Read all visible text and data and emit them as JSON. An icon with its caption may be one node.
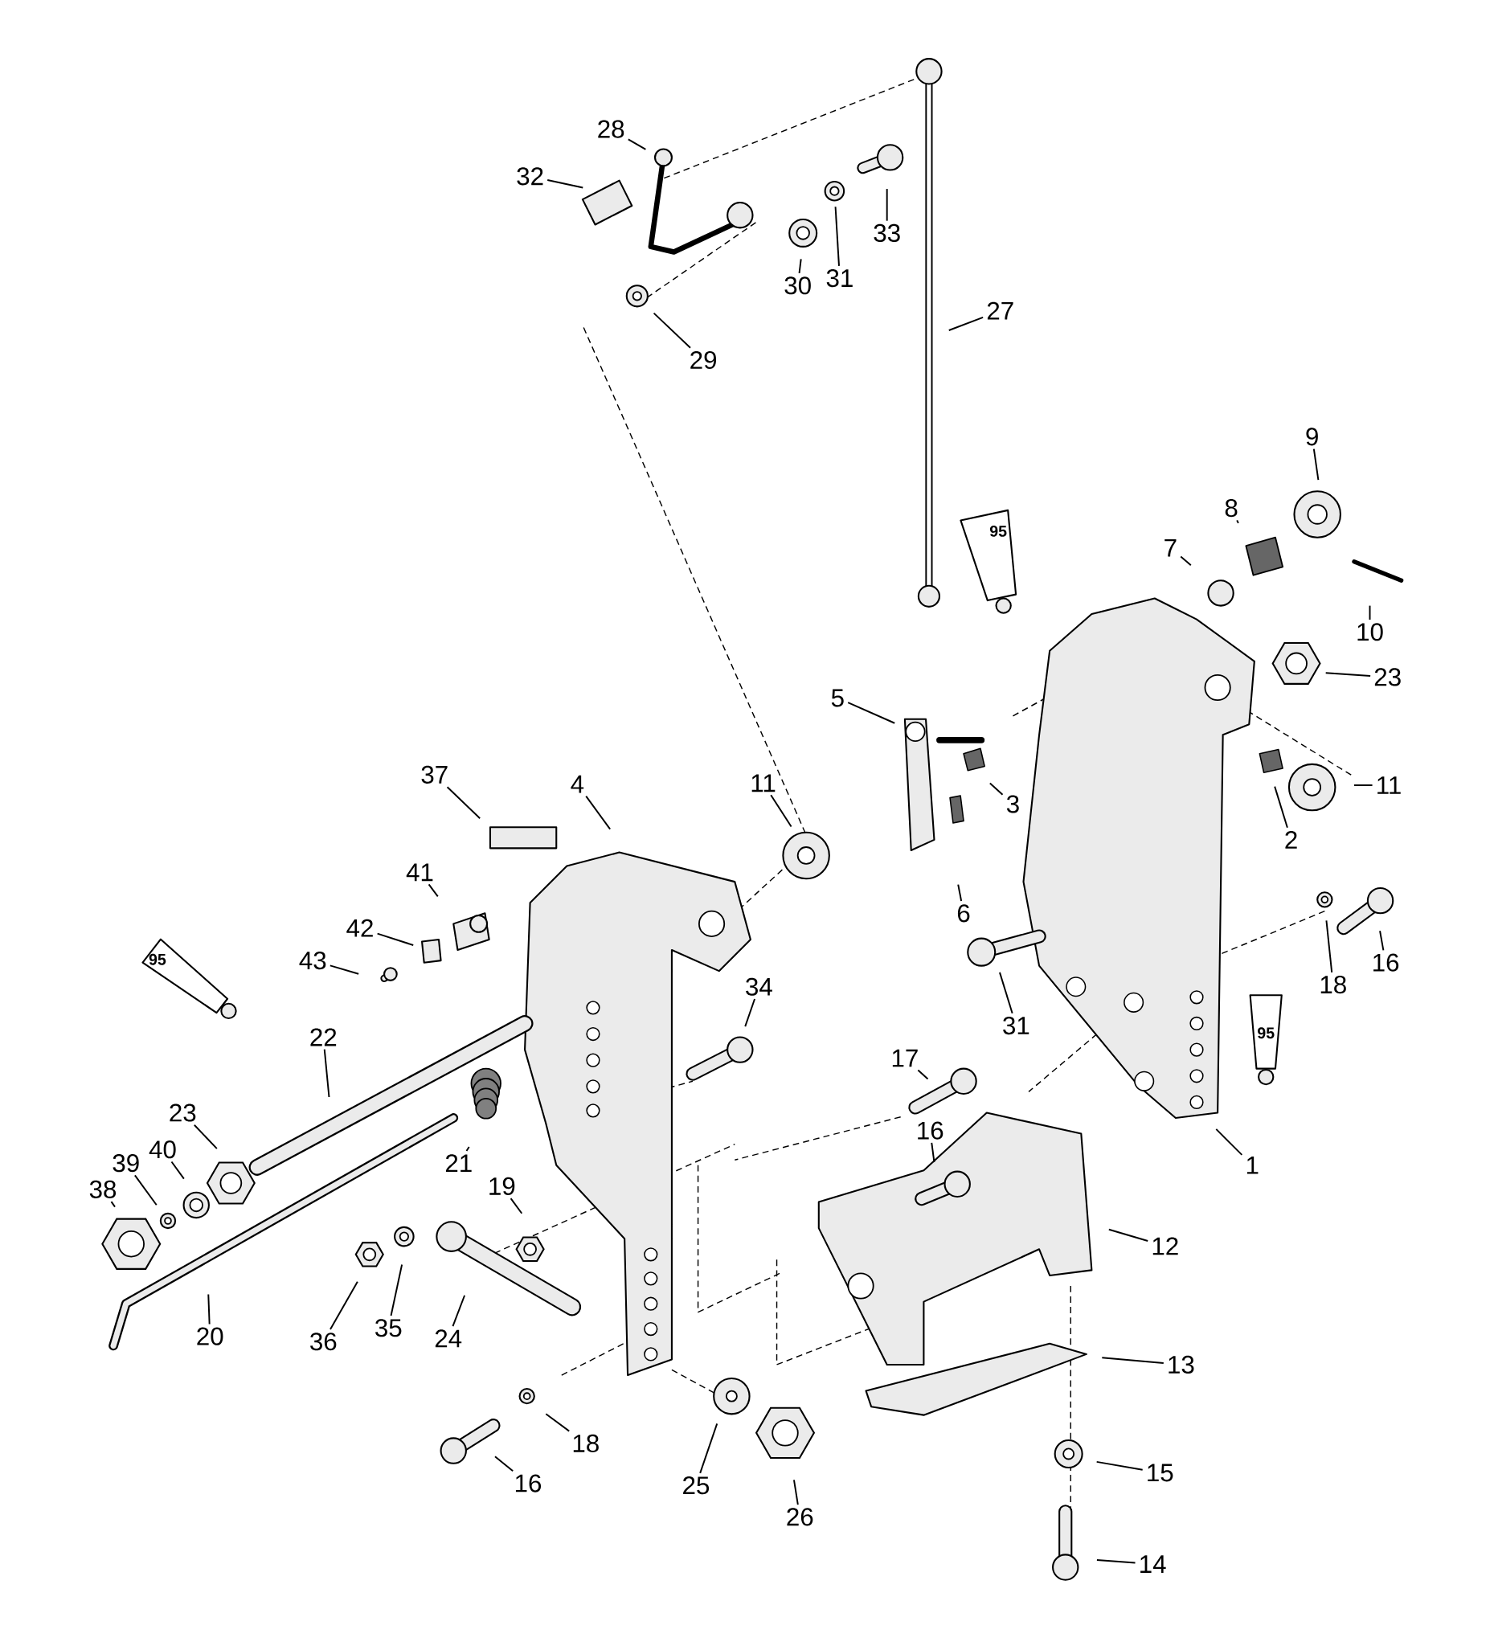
{
  "diagram": {
    "nodes": [
      {
        "text": [
          "28"
        ]
      },
      {
        "text": [
          "32"
        ]
      },
      {
        "text": [
          "30"
        ]
      },
      {
        "text": [
          "31"
        ]
      },
      {
        "text": [
          "33"
        ]
      },
      {
        "text": [
          "27"
        ]
      },
      {
        "text": [
          "29"
        ]
      },
      {
        "text": [
          "9"
        ]
      },
      {
        "text": [
          "8"
        ]
      },
      {
        "text": [
          "7"
        ]
      },
      {
        "text": [
          "10"
        ]
      },
      {
        "text": [
          "23"
        ]
      },
      {
        "text": [
          "5"
        ]
      },
      {
        "text": [
          "11"
        ]
      },
      {
        "text": [
          "3"
        ]
      },
      {
        "text": [
          "2"
        ]
      },
      {
        "text": [
          "37"
        ]
      },
      {
        "text": [
          "4"
        ]
      },
      {
        "text": [
          "11"
        ]
      },
      {
        "text": [
          "41"
        ]
      },
      {
        "text": [
          "6"
        ]
      },
      {
        "text": [
          "42"
        ]
      },
      {
        "text": [
          "43"
        ]
      },
      {
        "text": [
          "16"
        ]
      },
      {
        "text": [
          "18"
        ]
      },
      {
        "text": [
          "31"
        ]
      },
      {
        "text": [
          "34"
        ]
      },
      {
        "text": [
          "22"
        ]
      },
      {
        "text": [
          "17"
        ]
      },
      {
        "text": [
          "23"
        ]
      },
      {
        "text": [
          "16"
        ]
      },
      {
        "text": [
          "21"
        ]
      },
      {
        "text": [
          "39"
        ]
      },
      {
        "text": [
          "40"
        ]
      },
      {
        "text": [
          "38"
        ]
      },
      {
        "text": [
          "1"
        ]
      },
      {
        "text": [
          "19"
        ]
      },
      {
        "text": [
          "12"
        ]
      },
      {
        "text": [
          "20"
        ]
      },
      {
        "text": [
          "36"
        ]
      },
      {
        "text": [
          "35"
        ]
      },
      {
        "text": [
          "24"
        ]
      },
      {
        "text": [
          "13"
        ]
      },
      {
        "text": [
          "18"
        ]
      },
      {
        "text": [
          "16"
        ]
      },
      {
        "text": [
          "25"
        ]
      },
      {
        "text": [
          "15"
        ]
      },
      {
        "text": [
          "26"
        ]
      },
      {
        "text": [
          "14"
        ]
      }
    ],
    "edges": [
      {
        "from": 0,
        "to": null,
        "arrow": "none"
      },
      {
        "from": 1,
        "to": null,
        "arrow": "none"
      },
      {
        "from": 2,
        "to": null,
        "arrow": "none"
      },
      {
        "from": 3,
        "to": null,
        "arrow": "none"
      },
      {
        "from": 4,
        "to": null,
        "arrow": "none"
      },
      {
        "from": 5,
        "to": null,
        "arrow": "none"
      },
      {
        "from": 6,
        "to": null,
        "arrow": "none"
      },
      {
        "from": 7,
        "to": null,
        "arrow": "none"
      },
      {
        "from": 8,
        "to": null,
        "arrow": "none"
      },
      {
        "from": 9,
        "to": null,
        "arrow": "none"
      },
      {
        "from": 10,
        "to": null,
        "arrow": "none"
      },
      {
        "from": 11,
        "to": null,
        "arrow": "none"
      },
      {
        "from": 12,
        "to": null,
        "arrow": "none"
      },
      {
        "from": 13,
        "to": null,
        "arrow": "none"
      },
      {
        "from": 14,
        "to": null,
        "arrow": "none"
      },
      {
        "from": 15,
        "to": null,
        "arrow": "none"
      },
      {
        "from": 16,
        "to": null,
        "arrow": "none"
      },
      {
        "from": 17,
        "to": null,
        "arrow": "none"
      },
      {
        "from": 18,
        "to": null,
        "arrow": "none"
      },
      {
        "from": 19,
        "to": null,
        "arrow": "none"
      },
      {
        "from": 20,
        "to": null,
        "arrow": "none"
      },
      {
        "from": 21,
        "to": null,
        "arrow": "none"
      },
      {
        "from": 22,
        "to": null,
        "arrow": "none"
      },
      {
        "from": 23,
        "to": null,
        "arrow": "none"
      },
      {
        "from": 24,
        "to": null,
        "arrow": "none"
      },
      {
        "from": 25,
        "to": null,
        "arrow": "none"
      },
      {
        "from": 26,
        "to": null,
        "arrow": "none"
      },
      {
        "from": 27,
        "to": null,
        "arrow": "none"
      },
      {
        "from": 28,
        "to": null,
        "arrow": "none"
      },
      {
        "from": 29,
        "to": null,
        "arrow": "none"
      },
      {
        "from": 30,
        "to": null,
        "arrow": "none"
      },
      {
        "from": 31,
        "to": null,
        "arrow": "none"
      },
      {
        "from": 32,
        "to": null,
        "arrow": "none"
      },
      {
        "from": 33,
        "to": null,
        "arrow": "none"
      },
      {
        "from": 34,
        "to": null,
        "arrow": "none"
      },
      {
        "from": 35,
        "to": null,
        "arrow": "none"
      },
      {
        "from": 36,
        "to": null,
        "arrow": "none"
      },
      {
        "from": 37,
        "to": null,
        "arrow": "none"
      },
      {
        "from": 38,
        "to": null,
        "arrow": "none"
      },
      {
        "from": 39,
        "to": null,
        "arrow": "none"
      },
      {
        "from": 40,
        "to": null,
        "arrow": "none"
      },
      {
        "from": 41,
        "to": null,
        "arrow": "none"
      },
      {
        "from": 42,
        "to": null,
        "arrow": "none"
      },
      {
        "from": 43,
        "to": null,
        "arrow": "none"
      },
      {
        "from": 44,
        "to": null,
        "arrow": "none"
      },
      {
        "from": 45,
        "to": null,
        "arrow": "none"
      },
      {
        "from": 46,
        "to": null,
        "arrow": "none"
      },
      {
        "from": 47,
        "to": null,
        "arrow": "none"
      },
      {
        "from": 48,
        "to": null,
        "arrow": "none"
      }
    ],
    "labels": [
      "95",
      "95",
      "95"
    ]
  }
}
